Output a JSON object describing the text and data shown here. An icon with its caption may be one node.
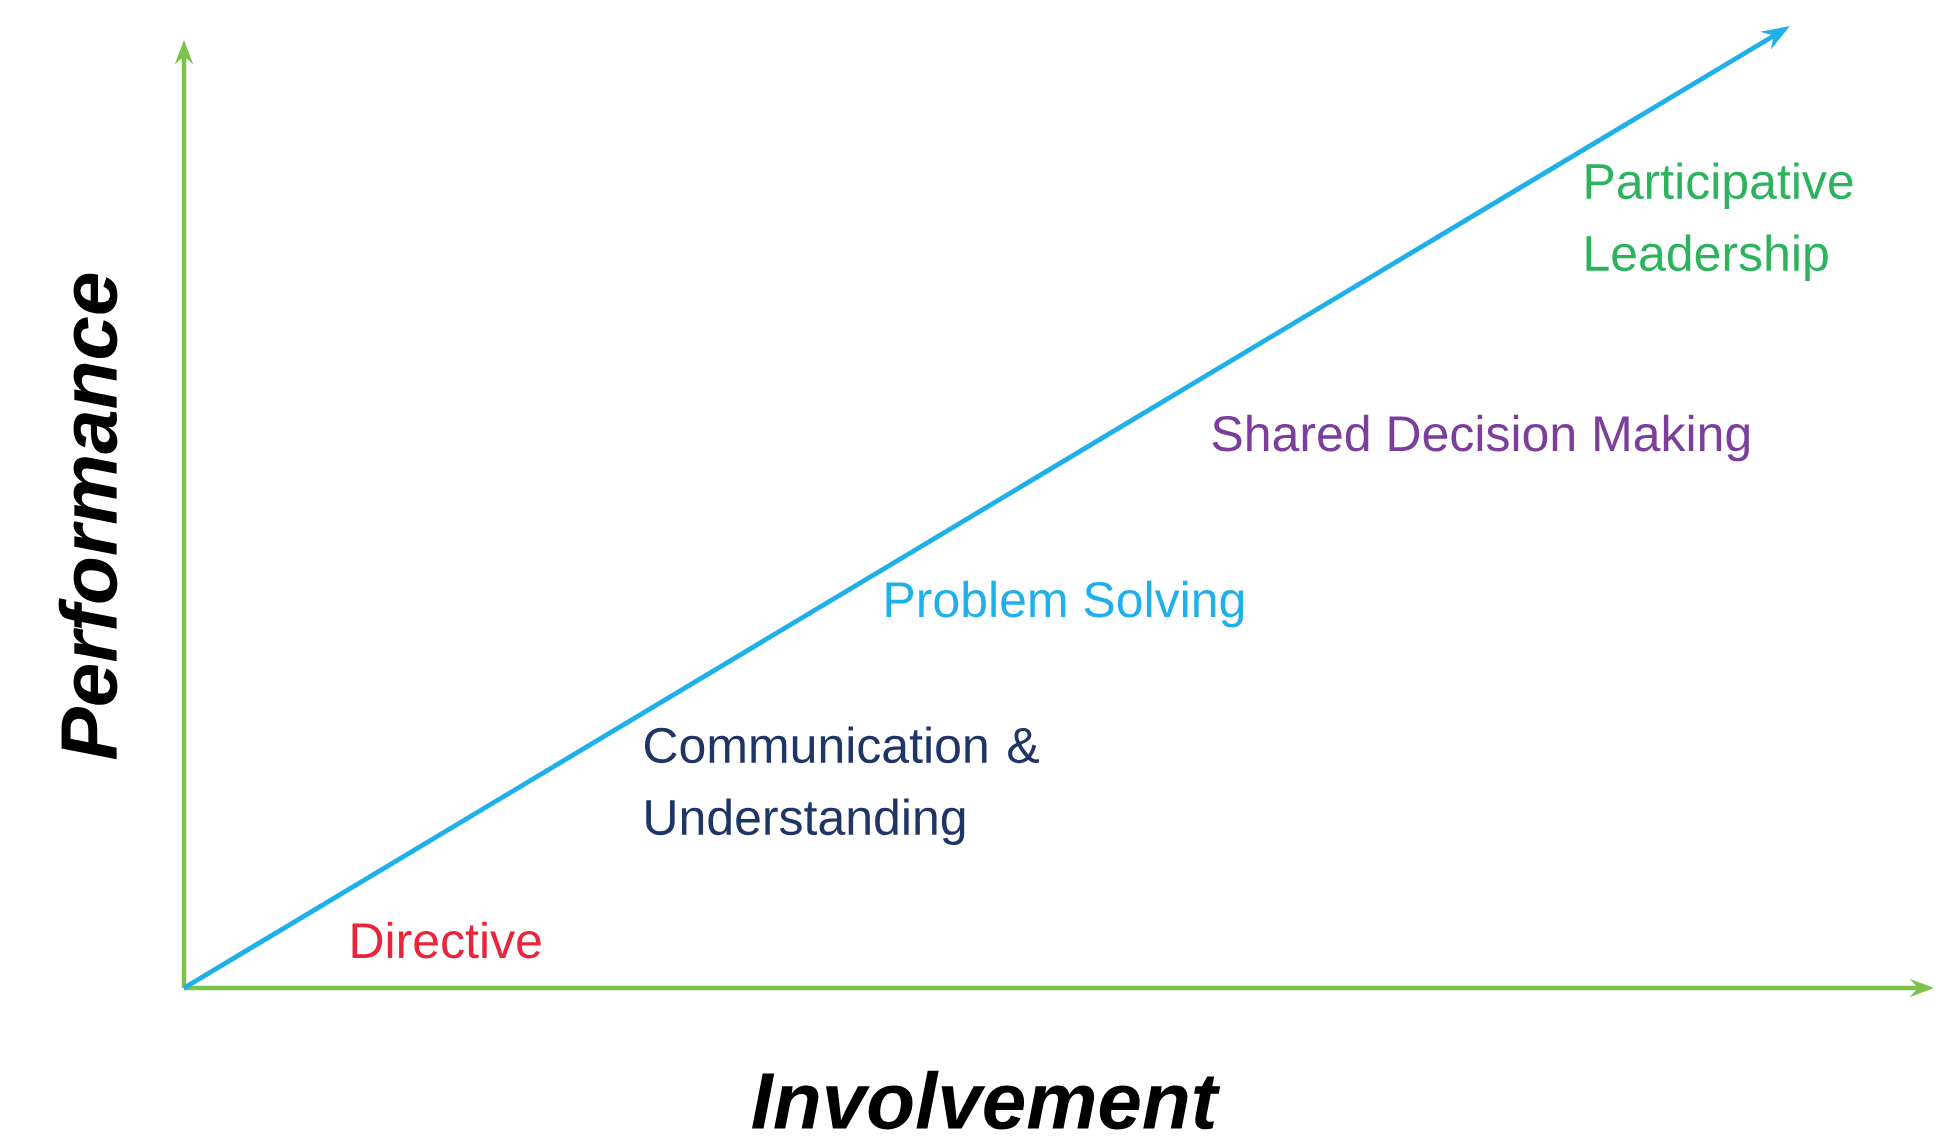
{
  "diagram": {
    "labels": [
      "Participative Leadership",
      "Shared Decision Making",
      "Problem Solving",
      "Communication & Understanding",
      "Directive",
      "Performance",
      "Involvement"
    ]
  }
}
